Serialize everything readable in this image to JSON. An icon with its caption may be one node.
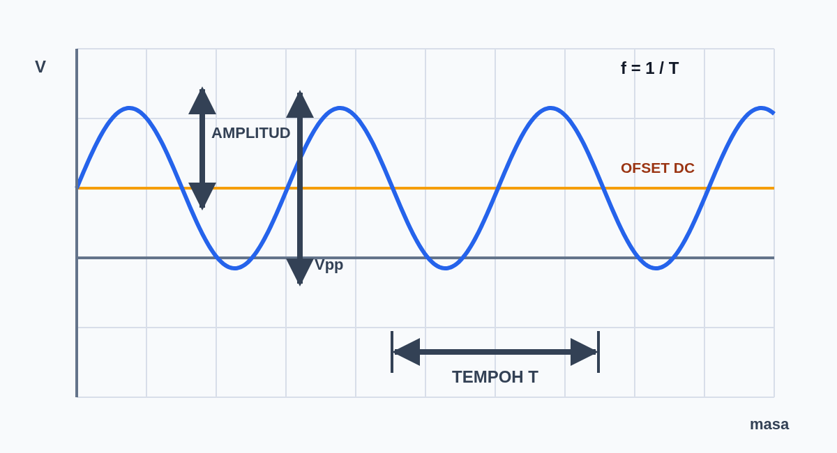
{
  "diagram": {
    "labels": [
      "V",
      "f = 1 / T",
      "AMPLITUD",
      "OFSET DC",
      "Vpp",
      "TEMPOH T",
      "masa"
    ]
  }
}
